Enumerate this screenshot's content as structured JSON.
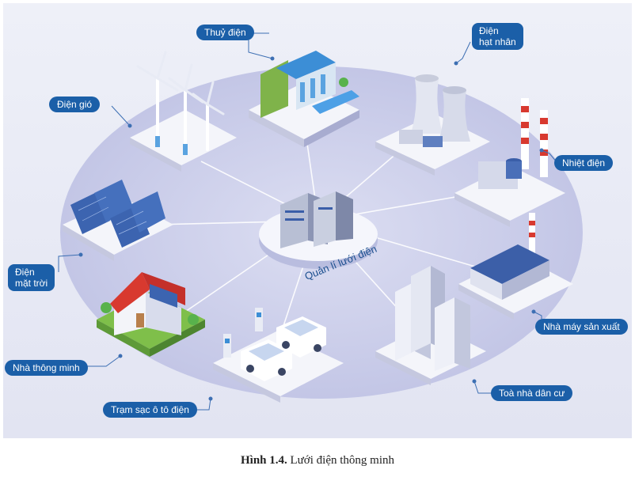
{
  "diagram": {
    "center_label": "Quản lí lưới điện",
    "nodes": [
      {
        "id": "thuy-dien",
        "label": "Thuỷ điện"
      },
      {
        "id": "hat-nhan",
        "label_line1": "Điện",
        "label_line2": "hạt nhân"
      },
      {
        "id": "dien-gio",
        "label": "Điện gió"
      },
      {
        "id": "nhiet-dien",
        "label": "Nhiệt điện"
      },
      {
        "id": "mat-troi",
        "label_line1": "Điện",
        "label_line2": "mặt trời"
      },
      {
        "id": "nha-may",
        "label": "Nhà máy sản xuất"
      },
      {
        "id": "nha-thong-minh",
        "label": "Nhà thông minh"
      },
      {
        "id": "toa-nha",
        "label": "Toà nhà dân cư"
      },
      {
        "id": "tram-sac",
        "label": "Trạm sạc ô tô điện"
      }
    ]
  },
  "caption": {
    "number": "Hình 1.4.",
    "text": " Lưới điện thông minh"
  },
  "colors": {
    "label_bg": "#1b5fa8",
    "background": "#e4e6f4",
    "ellipse": "#c9cbe8",
    "accent_red": "#d8392f"
  }
}
